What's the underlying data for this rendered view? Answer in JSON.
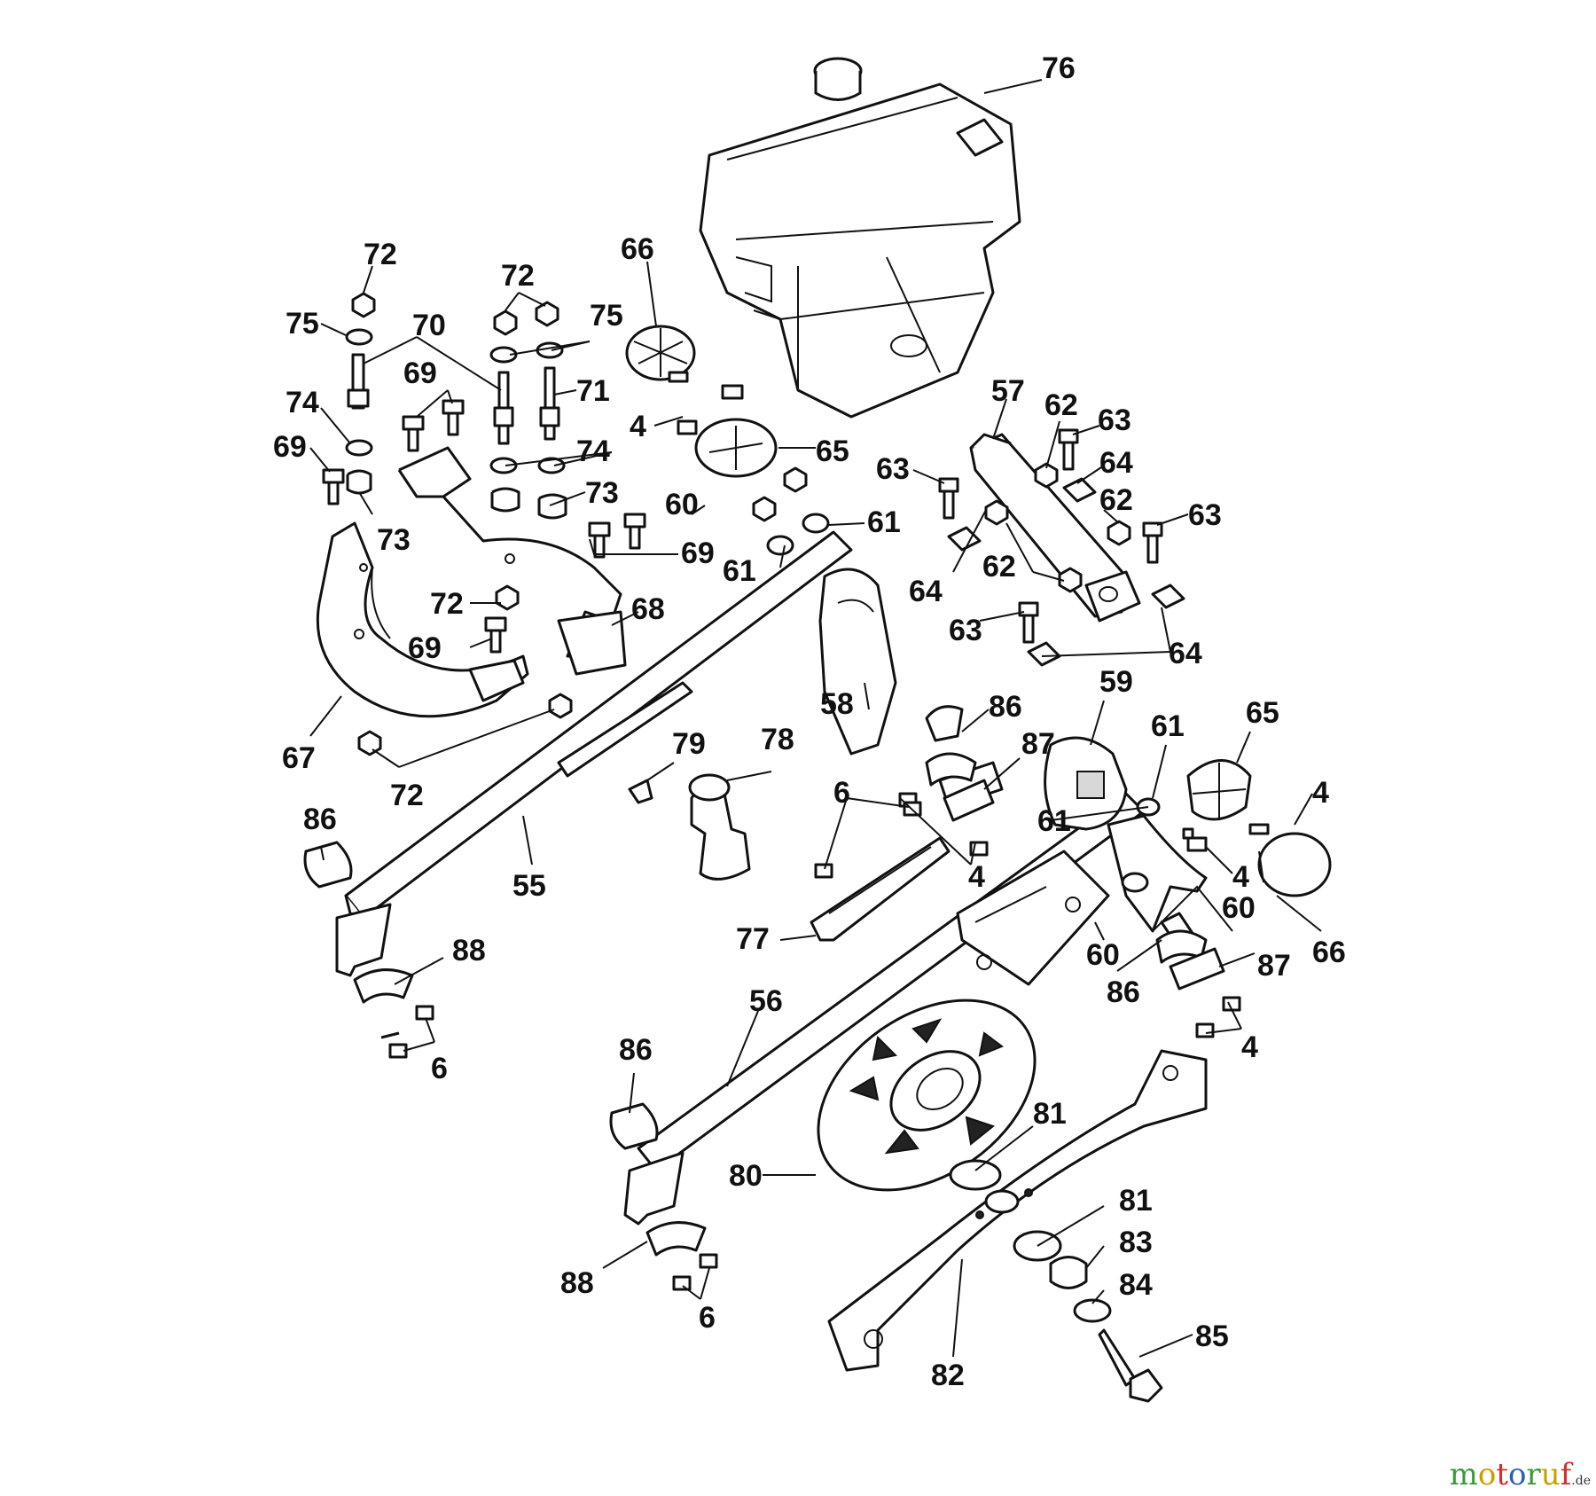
{
  "labels": [
    "76",
    "72",
    "72",
    "75",
    "75",
    "70",
    "66",
    "69",
    "71",
    "74",
    "74",
    "69",
    "4",
    "65",
    "73",
    "73",
    "60",
    "61",
    "61",
    "69",
    "72",
    "69",
    "68",
    "67",
    "72",
    "57",
    "62",
    "63",
    "63",
    "64",
    "62",
    "63",
    "64",
    "62",
    "63",
    "64",
    "58",
    "86",
    "87",
    "59",
    "61",
    "65",
    "79",
    "78",
    "6",
    "4",
    "61",
    "4",
    "4",
    "60",
    "86",
    "55",
    "77",
    "60",
    "86",
    "87",
    "66",
    "88",
    "56",
    "4",
    "6",
    "86",
    "81",
    "80",
    "81",
    "83",
    "88",
    "84",
    "6",
    "85",
    "82"
  ],
  "watermark": {
    "text": "motoruf",
    "domain": ".de",
    "colors": [
      "#3a9a3a",
      "#c8a000",
      "#d03030",
      "#2f5fb0"
    ]
  }
}
